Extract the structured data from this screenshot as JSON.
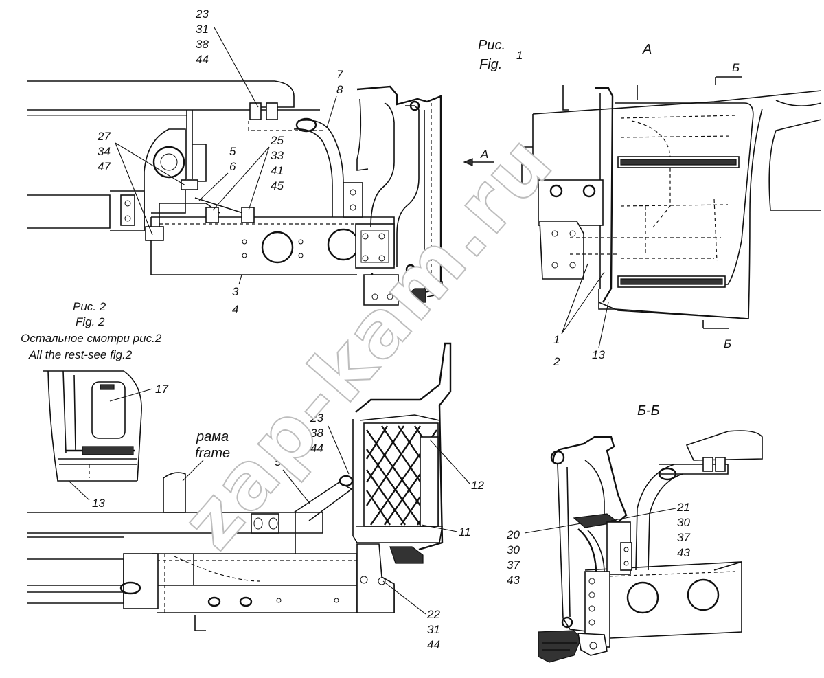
{
  "watermark": "zap-kam.ru",
  "figures": {
    "fig1": {
      "title_ru": "Рис.",
      "title_en": "Fig.",
      "number": "1"
    },
    "fig2": {
      "title_ru": "Рис. 2",
      "title_en": "Fig. 2",
      "note_ru": "Остальное смотри рис.2",
      "note_en": "All the rest-see fig.2"
    },
    "view_a": "А",
    "section_bb": "Б-Б",
    "section_mark": "Б",
    "view_arrow": "А"
  },
  "labels": {
    "frame_ru": "рама",
    "frame_en": "frame"
  },
  "callouts": {
    "g23_31_38_44": [
      "23",
      "31",
      "38",
      "44"
    ],
    "g7_8": [
      "7",
      "8"
    ],
    "g27_34_47": [
      "27",
      "34",
      "47"
    ],
    "g5_6": [
      "5",
      "6"
    ],
    "g25_33_41_45": [
      "25",
      "33",
      "41",
      "45"
    ],
    "g3_4": [
      "3",
      "4"
    ],
    "g1_2": [
      "1",
      "2"
    ],
    "g13_a": "13",
    "g17": "17",
    "g13_b": "13",
    "g23_38_44": [
      "23",
      "38",
      "44"
    ],
    "g5_b": "5",
    "g12": "12",
    "g11": "11",
    "g22_31_44": [
      "22",
      "31",
      "44"
    ],
    "g21_30_37_43": [
      "21",
      "30",
      "37",
      "43"
    ],
    "g20_30_37_43": [
      "20",
      "30",
      "37",
      "43"
    ]
  }
}
